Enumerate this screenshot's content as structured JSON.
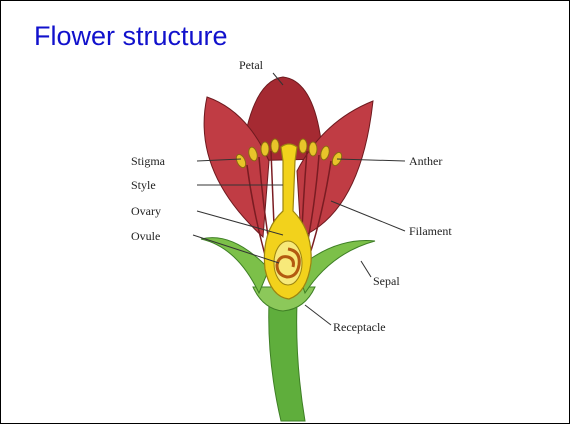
{
  "slide": {
    "title": "Flower structure"
  },
  "diagram": {
    "labels": {
      "petal": "Petal",
      "stigma": "Stigma",
      "style": "Style",
      "ovary": "Ovary",
      "ovule": "Ovule",
      "anther": "Anther",
      "filament": "Filament",
      "sepal": "Sepal",
      "receptacle": "Receptacle"
    },
    "colors": {
      "title": "#1111cc",
      "petal": "#b8323a",
      "pistil": "#f2d21c",
      "stem": "#5fae3c",
      "sepal": "#7cc049"
    }
  }
}
